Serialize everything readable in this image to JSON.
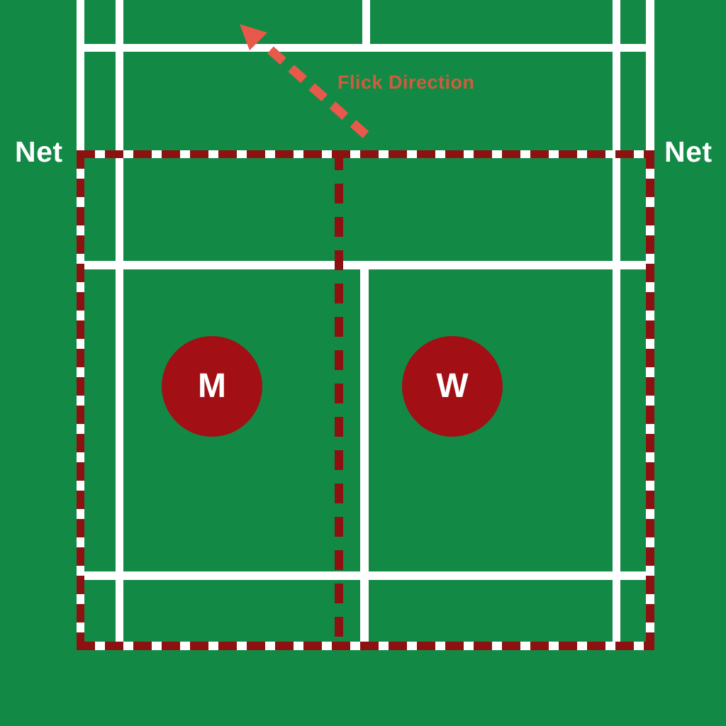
{
  "diagram": {
    "subject": "badminton-court-flick-serve",
    "labels": {
      "net_left": "Net",
      "net_right": "Net",
      "flick_direction": "Flick Direction"
    },
    "players": [
      {
        "id": "man",
        "label": "M"
      },
      {
        "id": "woman",
        "label": "W"
      }
    ],
    "colors": {
      "court_green": "#128a46",
      "line_white": "#ffffff",
      "outline_maroon": "#8e1111",
      "player_marker_red": "#a21015",
      "arrow_salmon": "#e8594b",
      "flick_text_orange": "#d05c3d"
    }
  }
}
